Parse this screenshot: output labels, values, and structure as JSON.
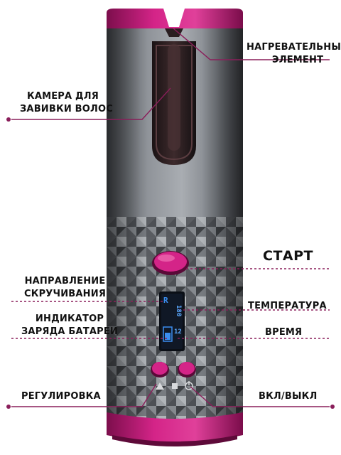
{
  "labels": {
    "heating_element": [
      "НАГРЕВАТЕЛЬНЫЙ",
      "ЭЛЕМЕНТ"
    ],
    "hair_chamber": [
      "КАМЕРА ДЛЯ",
      "ЗАВИВКИ ВОЛОС"
    ],
    "start": "СТАРТ",
    "curl_direction": [
      "НАПРАВЛЕНИЕ",
      "СКРУЧИВАНИЯ"
    ],
    "temperature": "ТЕМПЕРАТУРА",
    "battery_indicator": [
      "ИНДИКАТОР",
      "ЗАРЯДА БАТАРЕИ"
    ],
    "time": "ВРЕМЯ",
    "adjustment": "РЕГУЛИРОВКА",
    "power": "ВКЛ/ВЫКЛ"
  },
  "display": {
    "direction_letter": "R",
    "temperature_value": "180",
    "time_value": "12"
  },
  "colors": {
    "accent": "#c2187a",
    "body_grey": "#707479",
    "screen": "#1c6fd6"
  }
}
